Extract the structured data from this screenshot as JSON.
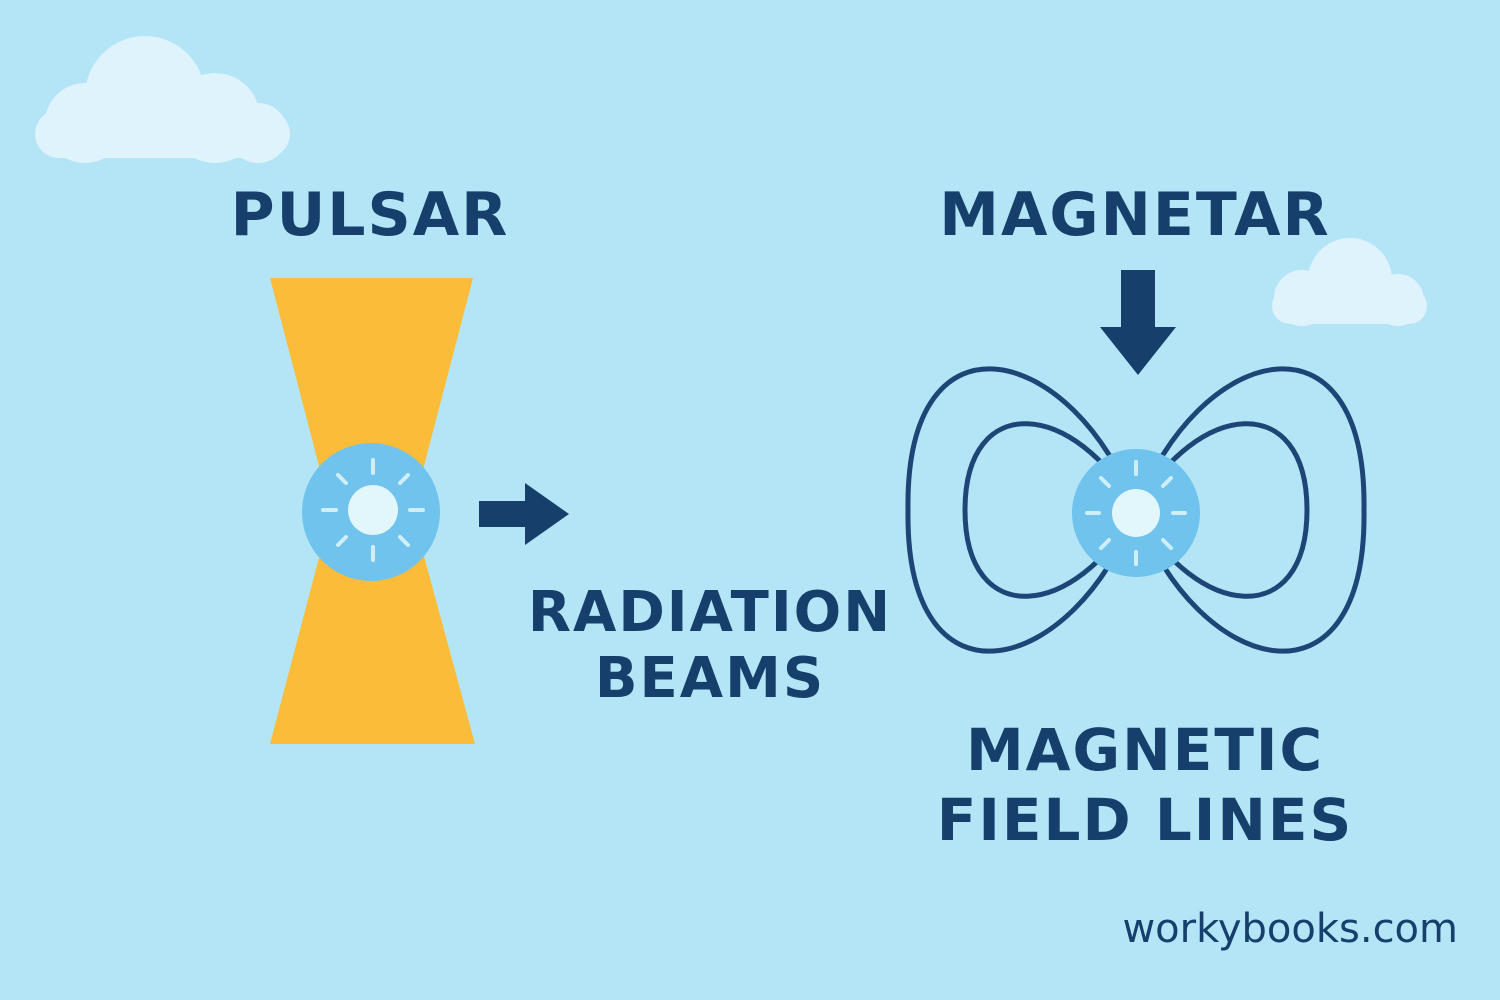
{
  "labels": {
    "pulsar": "PULSAR",
    "magnetar": "MAGNETAR",
    "radiation": [
      "RADIATION",
      "BEAMS"
    ],
    "magnetic": [
      "MAGNETIC",
      "FIELD LINES"
    ]
  },
  "watermark": "workybooks.com",
  "colors": {
    "background": "#b3e5f7",
    "beam": "#fbbd39",
    "star_outer": "#6fc3ec",
    "star_core": "#e2f7fb",
    "ink": "#163f6c",
    "cloud": "#def3fc"
  },
  "icons": [
    "cloud-icon",
    "arrow-right-icon",
    "arrow-down-icon",
    "star-icon"
  ]
}
